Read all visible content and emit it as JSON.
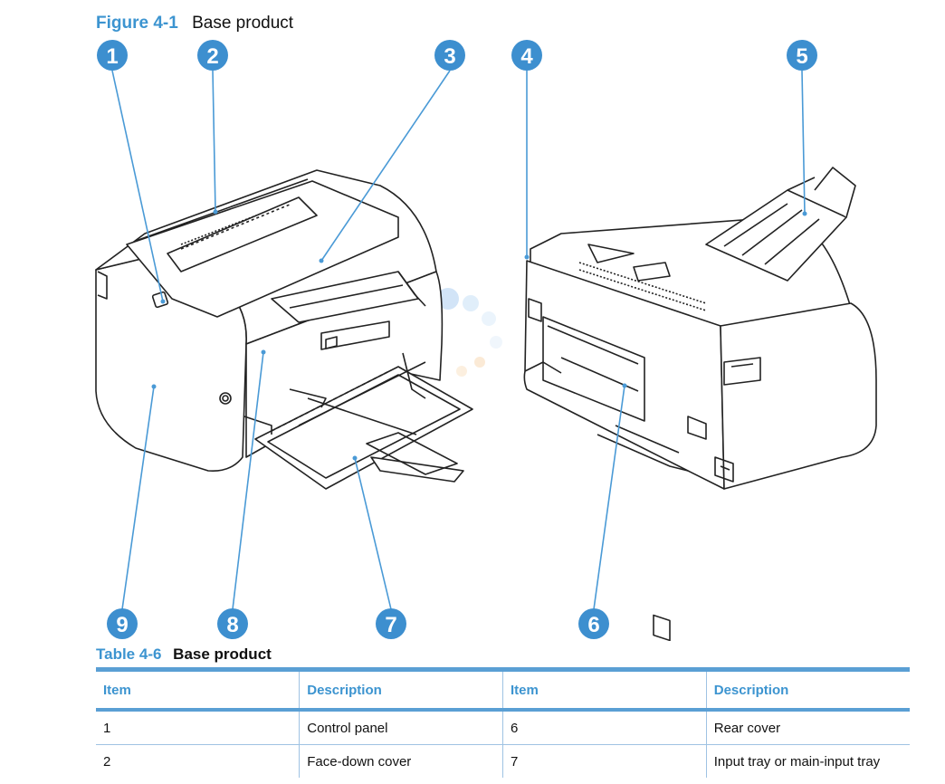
{
  "figure": {
    "number": "Figure 4-1",
    "title": "Base product",
    "callouts": [
      "1",
      "2",
      "3",
      "4",
      "5",
      "6",
      "7",
      "8",
      "9"
    ]
  },
  "table": {
    "number": "Table 4-6",
    "title": "Base product",
    "headers": [
      "Item",
      "Description",
      "Item",
      "Description"
    ],
    "rows": [
      [
        "1",
        "Control panel",
        "6",
        "Rear cover"
      ],
      [
        "2",
        "Face-down cover",
        "7",
        "Input tray or main-input tray"
      ]
    ]
  },
  "colors": {
    "accent": "#3c94d0",
    "rule": "#5a9fd4"
  }
}
